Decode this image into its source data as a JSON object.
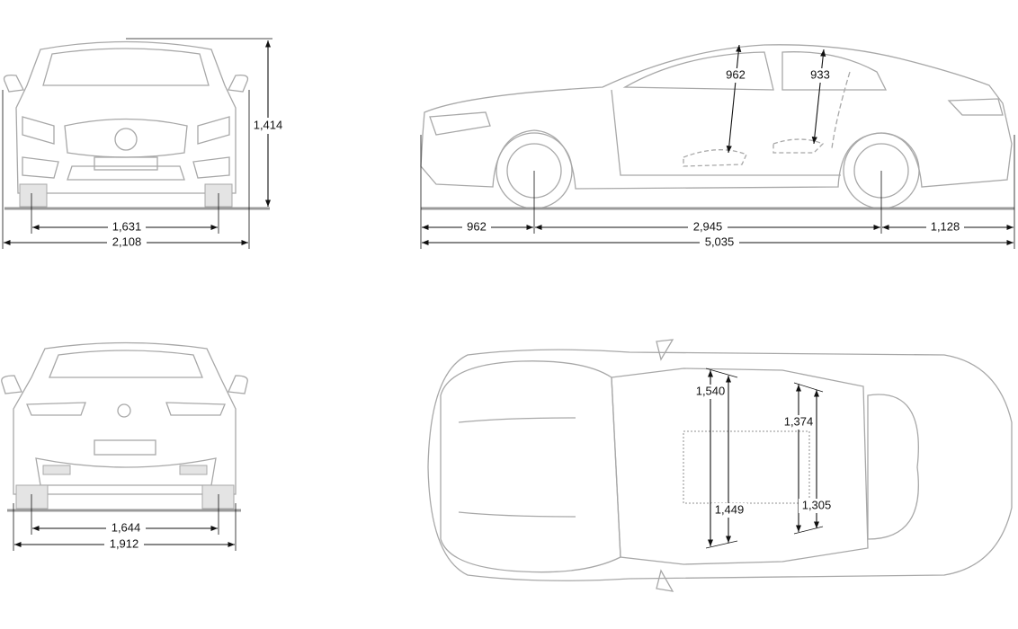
{
  "views": {
    "front": {
      "height": "1,414",
      "track": "1,631",
      "width": "2,108"
    },
    "side": {
      "front_headroom": "962",
      "rear_headroom": "933",
      "front_overhang": "962",
      "wheelbase": "2,945",
      "rear_overhang": "1,128",
      "length": "5,035"
    },
    "rear": {
      "track": "1,644",
      "width": "1,912"
    },
    "top": {
      "front_shoulder_width": "1,540",
      "front_elbow_width": "1,449",
      "rear_shoulder_width": "1,374",
      "rear_elbow_width": "1,305"
    }
  },
  "colors": {
    "outline": "#a8a8a8",
    "dimension": "#111111"
  }
}
